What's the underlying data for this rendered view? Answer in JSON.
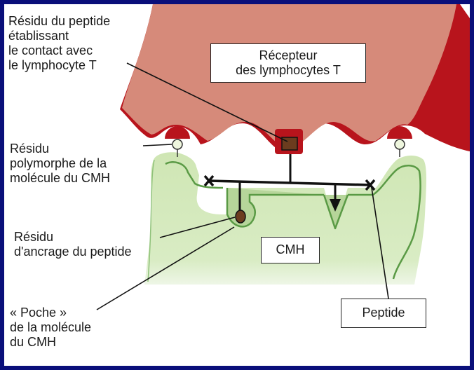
{
  "labels": {
    "contact_residue": "Résidu du peptide\nétablissant\nle contact avec\nle lymphocyte T",
    "tcr": "Récepteur\ndes lymphocytes T",
    "polymorphic_residue": "Résidu\npolymorphe de la\nmolécule du CMH",
    "anchor_residue": "Résidu\nd'ancrage du peptide",
    "mhc": "CMH",
    "pocket": "« Poche »\nde la molécule\ndu CMH",
    "peptide": "Peptide"
  },
  "colors": {
    "frame": "#0a0f7a",
    "tcr_fill": "#d68a7a",
    "tcr_edge": "#b8141c",
    "mhc_fill": "#cfe6b4",
    "mhc_edge": "#5a9a45",
    "peptide_line": "#111111",
    "residue_fill": "#6b3c1e"
  }
}
